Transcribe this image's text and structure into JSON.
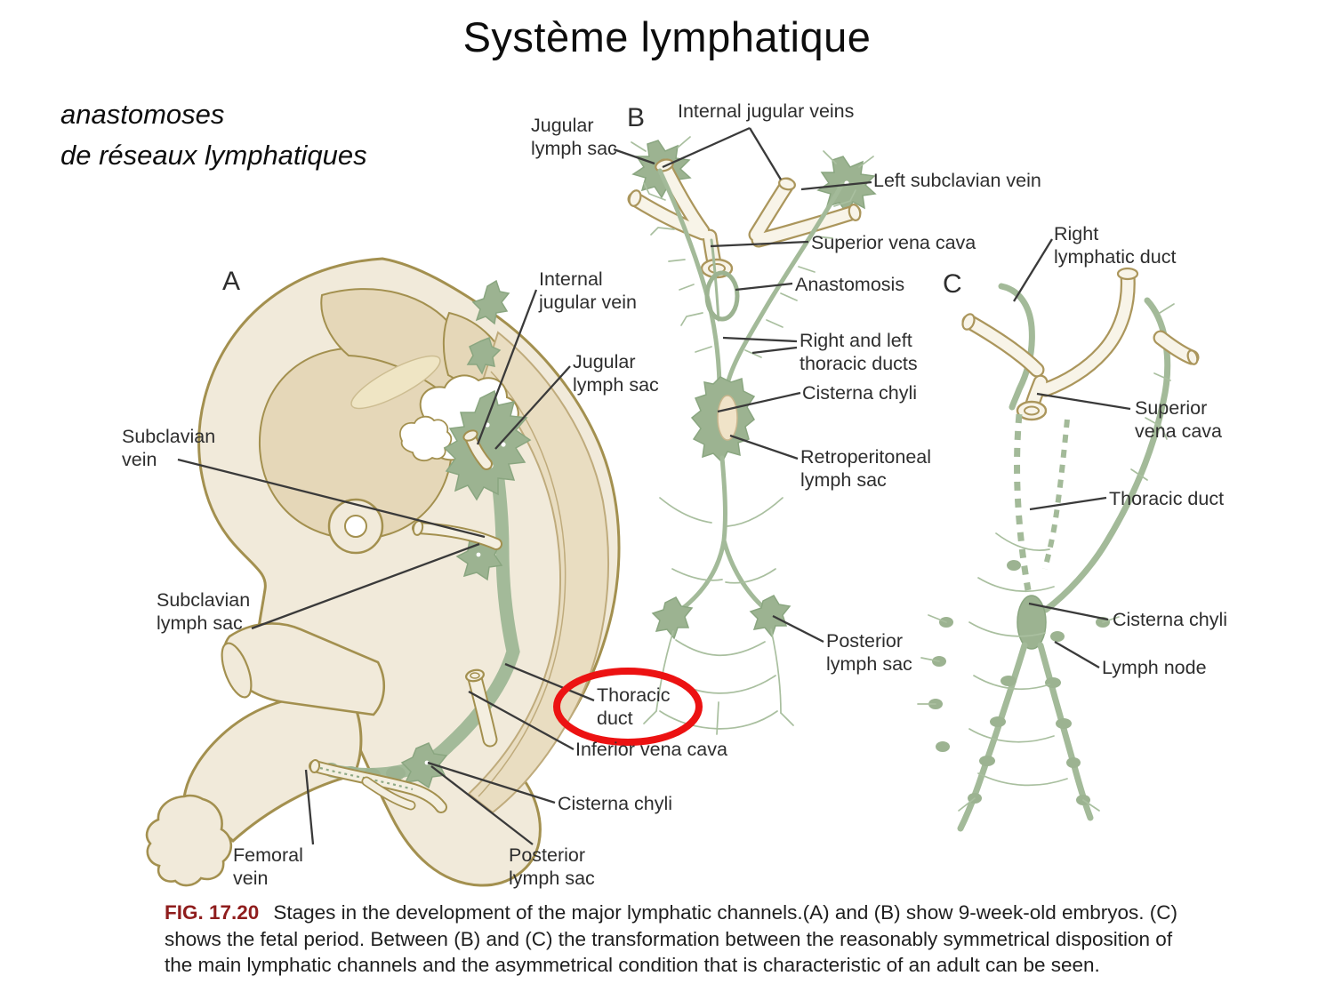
{
  "slide": {
    "title": "Système lymphatique",
    "subtitle_line1": "anastomoses",
    "subtitle_line2": "de réseaux lymphatiques"
  },
  "panelA": {
    "letter": "A",
    "labels": {
      "internal_jugular_vein": "Internal\njugular vein",
      "jugular_lymph_sac": "Jugular\nlymph sac",
      "subclavian_vein": "Subclavian\nvein",
      "subclavian_lymph_sac": "Subclavian\nlymph sac",
      "thoracic_duct": "Thoracic\nduct",
      "inferior_vena_cava": "Inferior vena cava",
      "cisterna_chyli": "Cisterna chyli",
      "femoral_vein": "Femoral\nvein",
      "posterior_lymph_sac": "Posterior\nlymph sac"
    }
  },
  "panelB": {
    "letter": "B",
    "labels": {
      "jugular_lymph_sac": "Jugular\nlymph sac",
      "internal_jugular_veins": "Internal jugular veins",
      "left_subclavian_vein": "Left subclavian vein",
      "superior_vena_cava": "Superior vena cava",
      "anastomosis": "Anastomosis",
      "right_and_left_thoracic_ducts": "Right and left\nthoracic ducts",
      "cisterna_chyli": "Cisterna chyli",
      "retroperitoneal_lymph_sac": "Retroperitoneal\nlymph sac",
      "posterior_lymph_sac": "Posterior\nlymph sac"
    }
  },
  "panelC": {
    "letter": "C",
    "labels": {
      "right_lymphatic_duct": "Right\nlymphatic duct",
      "superior_vena_cava": "Superior\nvena cava",
      "thoracic_duct": "Thoracic duct",
      "cisterna_chyli": "Cisterna chyli",
      "lymph_node": "Lymph node"
    }
  },
  "caption": {
    "fig_label": "FIG. 17.20",
    "line1": "Stages in the development of the major lymphatic channels.(A) and (B) show 9-week-old embryos. (C)",
    "line2": "shows the fetal period. Between (B) and (C) the transformation between the reasonably symmetrical disposition of",
    "line3": "the main lymphatic channels and the asymmetrical condition that is characteristic of an adult can be seen."
  },
  "colors": {
    "highlight_ellipse": "#ec1212",
    "figure_number_red": "#8f1d1d",
    "lymphatic_green": "#a3ba99",
    "body_cream": "#f1eada",
    "outline_olive": "#a3904f"
  }
}
